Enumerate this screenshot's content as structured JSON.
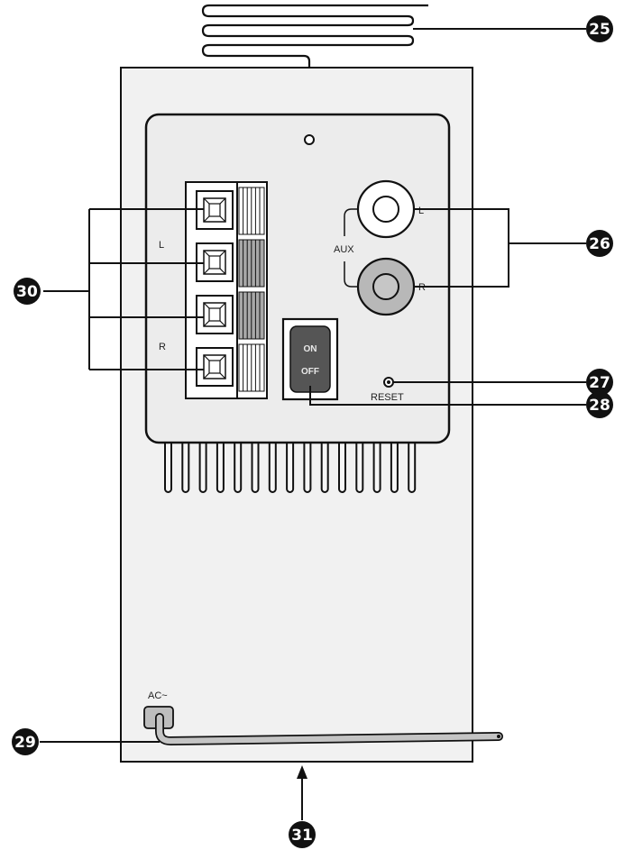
{
  "diagram": {
    "labels": {
      "speaker_left": "L",
      "speaker_right": "R",
      "aux": "AUX",
      "aux_left": "L",
      "aux_right": "R",
      "switch_on": "ON",
      "switch_off": "OFF",
      "reset": "RESET",
      "ac": "AC~"
    },
    "callouts": {
      "fm_antenna": "25",
      "aux_inputs": "26",
      "reset_button": "27",
      "power_switch": "28",
      "ac_cord": "29",
      "speaker_terminals": "30",
      "bottom": "31"
    },
    "colors": {
      "panel_fill": "#f1f1f1",
      "recess_fill": "#ececec",
      "jack_right_fill": "#b8b8b8",
      "switch_fill": "#555555",
      "callout_fill": "#111111"
    }
  }
}
